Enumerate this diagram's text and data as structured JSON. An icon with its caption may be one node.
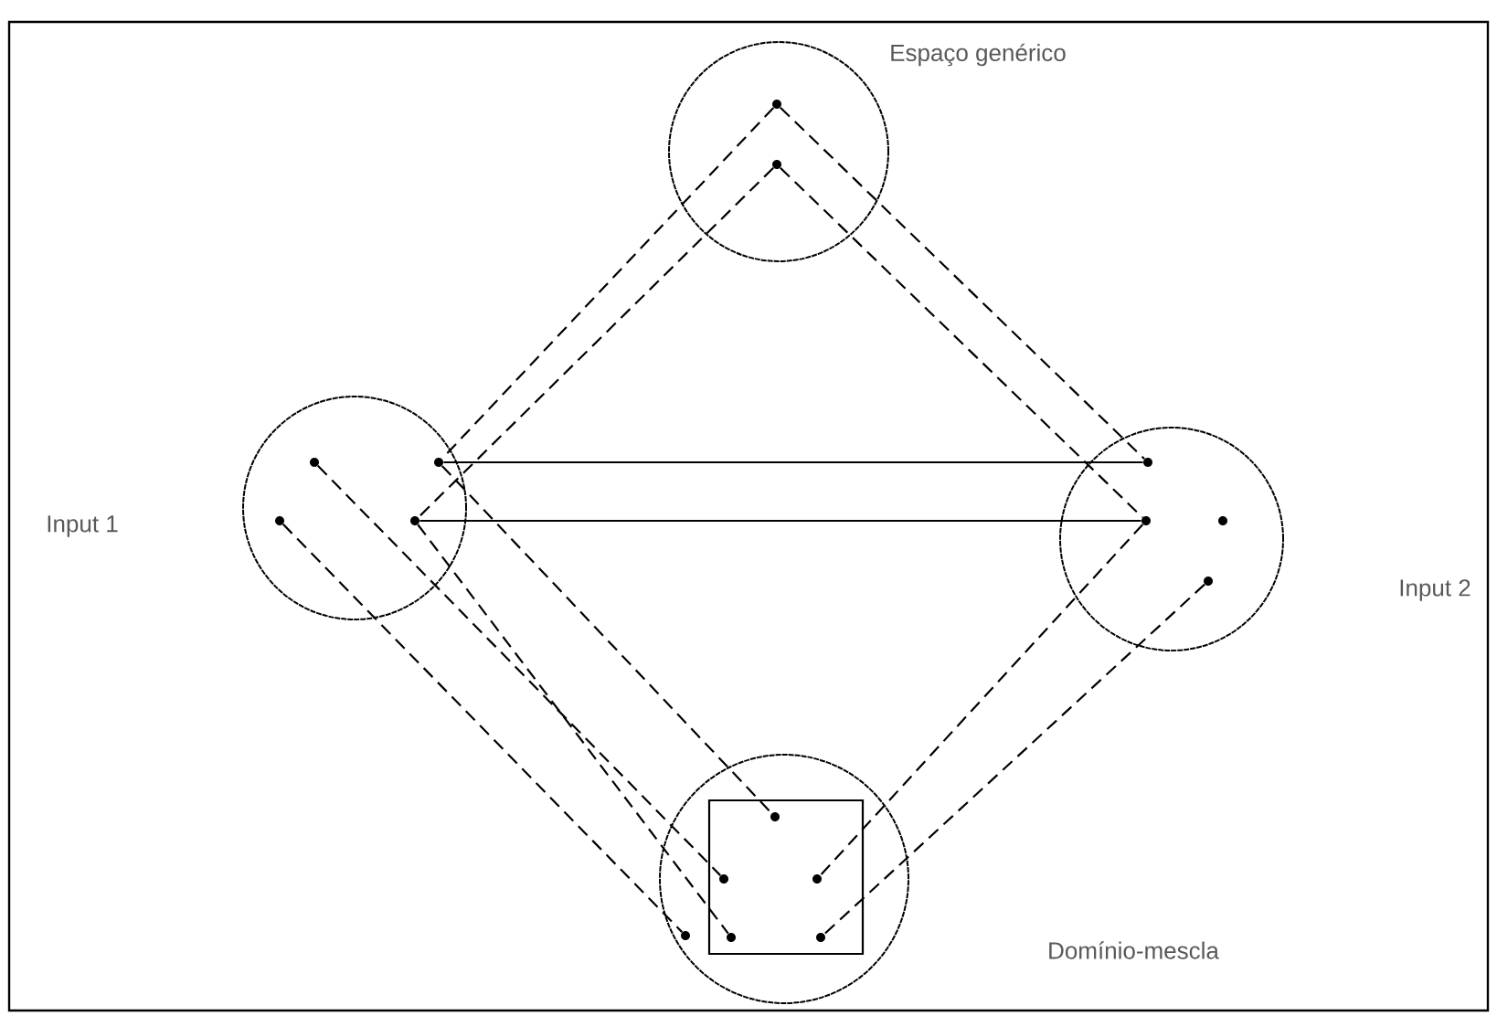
{
  "diagram": {
    "nodes": [
      {
        "text": [],
        "shape": "circle"
      },
      {
        "text": [],
        "shape": "dot",
        "in": 0
      },
      {
        "text": [],
        "shape": "dot",
        "in": 0
      },
      {
        "text": [],
        "shape": "circle"
      },
      {
        "text": [],
        "shape": "dot",
        "in": 3
      },
      {
        "text": [],
        "shape": "dot",
        "in": 3
      },
      {
        "text": [],
        "shape": "dot",
        "in": 3
      },
      {
        "text": [],
        "shape": "dot",
        "in": 3
      },
      {
        "text": [],
        "shape": "circle"
      },
      {
        "text": [],
        "shape": "dot",
        "in": 8
      },
      {
        "text": [],
        "shape": "dot",
        "in": 8
      },
      {
        "text": [],
        "shape": "dot",
        "in": 8
      },
      {
        "text": [],
        "shape": "dot",
        "in": 8
      },
      {
        "text": [],
        "shape": "circle"
      },
      {
        "text": [],
        "shape": "box",
        "in": 13
      },
      {
        "text": [],
        "shape": "dot",
        "in": 14
      },
      {
        "text": [],
        "shape": "dot",
        "in": 14
      },
      {
        "text": [],
        "shape": "dot",
        "in": 14
      },
      {
        "text": [],
        "shape": "dot",
        "in": 14
      },
      {
        "text": [],
        "shape": "dot",
        "in": 14
      },
      {
        "text": [],
        "shape": "dot",
        "in": 13
      }
    ],
    "edges": [
      {
        "from": 1,
        "to": 6,
        "arrow": "none",
        "style": "dashed"
      },
      {
        "from": 1,
        "to": 9,
        "arrow": "none",
        "style": "dashed"
      },
      {
        "from": 2,
        "to": 7,
        "arrow": "none",
        "style": "dashed"
      },
      {
        "from": 2,
        "to": 10,
        "arrow": "none",
        "style": "dashed"
      },
      {
        "from": 6,
        "to": 9,
        "arrow": "none"
      },
      {
        "from": 7,
        "to": 10,
        "arrow": "none"
      },
      {
        "from": 4,
        "to": 16,
        "arrow": "none",
        "style": "dashed"
      },
      {
        "from": 5,
        "to": 20,
        "arrow": "none",
        "style": "dashed"
      },
      {
        "from": 6,
        "to": 15,
        "arrow": "none",
        "style": "dashed"
      },
      {
        "from": 7,
        "to": 18,
        "arrow": "none",
        "style": "dashed"
      },
      {
        "from": 10,
        "to": 17,
        "arrow": "none",
        "style": "dashed"
      },
      {
        "from": 12,
        "to": 19,
        "arrow": "none",
        "style": "dashed"
      }
    ],
    "labels": [
      "Espaço genérico",
      "Input 1",
      "Input 2",
      "Domínio-mescla"
    ]
  }
}
